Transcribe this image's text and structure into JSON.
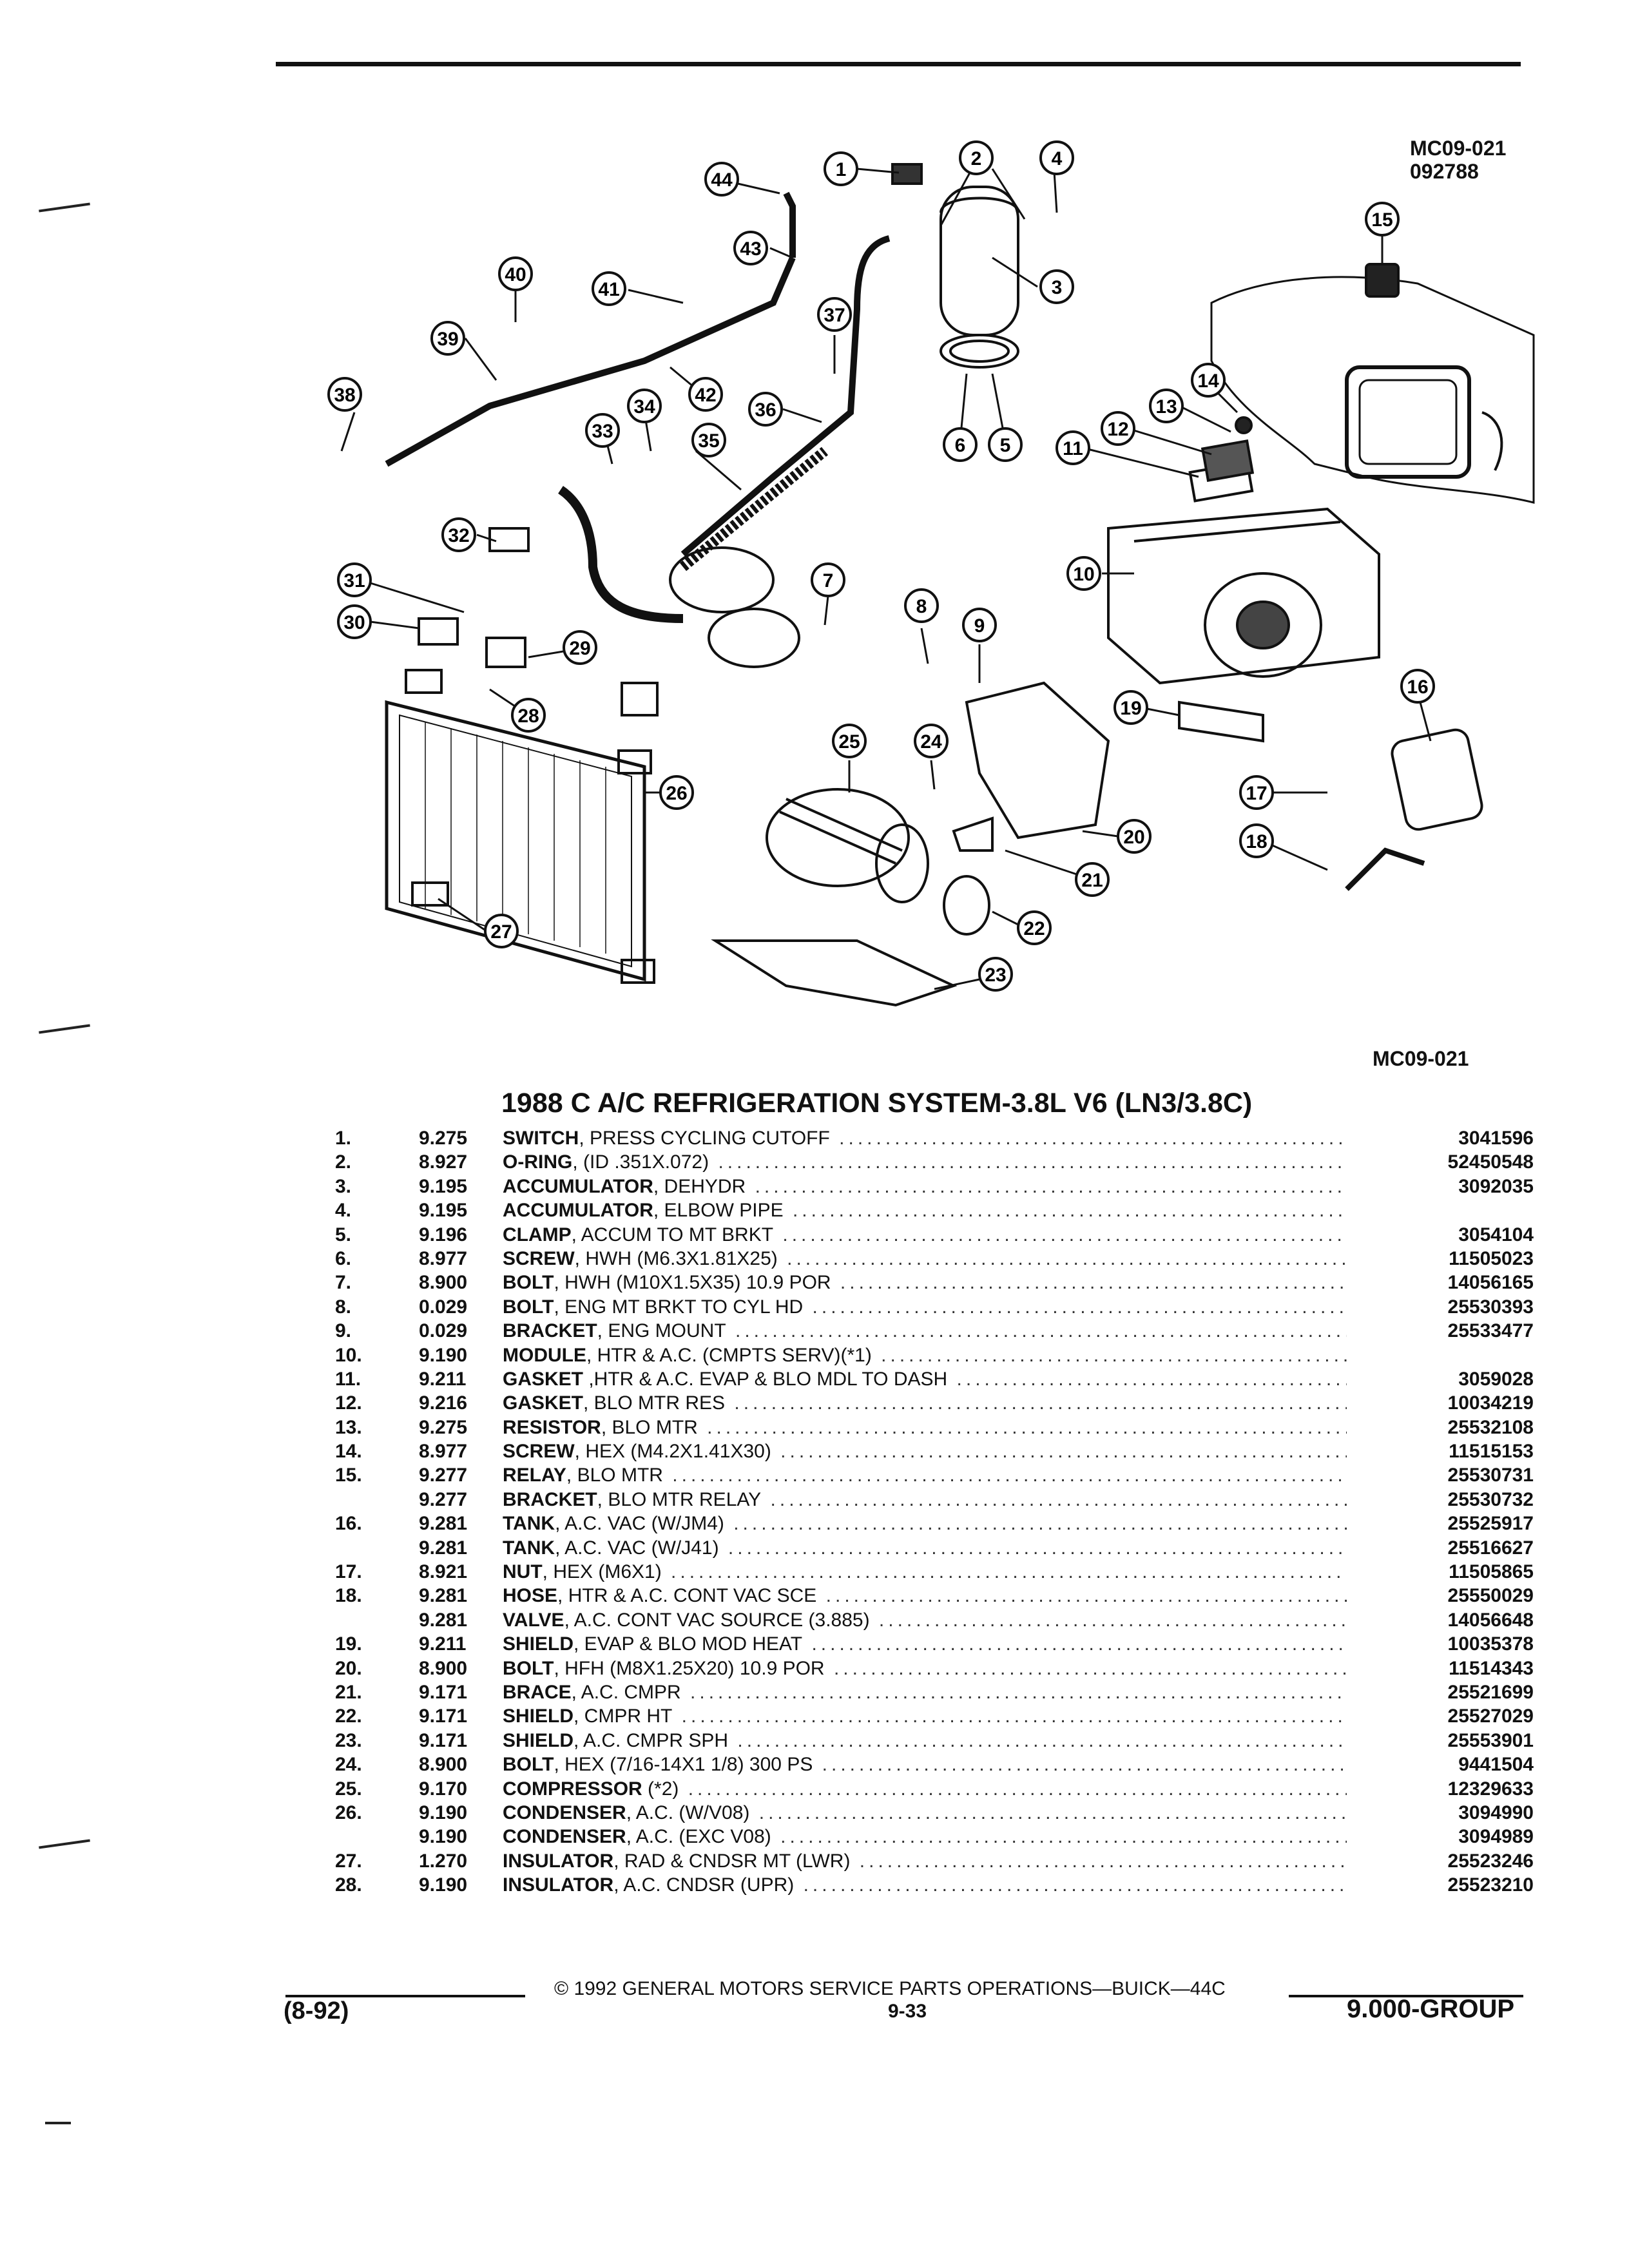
{
  "header": {
    "ref_code": "MC09-021",
    "ref_date": "092788",
    "ref_code_lower": "MC09-021"
  },
  "diagram": {
    "callouts": [
      "1",
      "2",
      "3",
      "4",
      "5",
      "6",
      "7",
      "8",
      "9",
      "10",
      "11",
      "12",
      "13",
      "14",
      "15",
      "16",
      "17",
      "18",
      "19",
      "20",
      "21",
      "22",
      "23",
      "24",
      "25",
      "26",
      "27",
      "28",
      "29",
      "30",
      "31",
      "32",
      "33",
      "34",
      "35",
      "36",
      "37",
      "38",
      "39",
      "40",
      "41",
      "42",
      "43",
      "44"
    ]
  },
  "title": "1988 C A/C REFRIGERATION SYSTEM-3.8L V6 (LN3/3.8C)",
  "parts": [
    {
      "num": "1.",
      "grp": "9.275",
      "name": "SWITCH",
      "desc": ", PRESS CYCLING CUTOFF",
      "pn": "3041596"
    },
    {
      "num": "2.",
      "grp": "8.927",
      "name": "O-RING",
      "desc": ", (ID .351X.072)",
      "pn": "52450548"
    },
    {
      "num": "3.",
      "grp": "9.195",
      "name": "ACCUMULATOR",
      "desc": ", DEHYDR",
      "pn": "3092035"
    },
    {
      "num": "4.",
      "grp": "9.195",
      "name": "ACCUMULATOR",
      "desc": ", ELBOW PIPE",
      "pn": ""
    },
    {
      "num": "5.",
      "grp": "9.196",
      "name": "CLAMP",
      "desc": ", ACCUM TO MT BRKT",
      "pn": "3054104"
    },
    {
      "num": "6.",
      "grp": "8.977",
      "name": "SCREW",
      "desc": ", HWH (M6.3X1.81X25)",
      "pn": "11505023"
    },
    {
      "num": "7.",
      "grp": "8.900",
      "name": "BOLT",
      "desc": ", HWH (M10X1.5X35) 10.9 POR",
      "pn": "14056165"
    },
    {
      "num": "8.",
      "grp": "0.029",
      "name": "BOLT",
      "desc": ", ENG MT BRKT TO CYL HD",
      "pn": "25530393"
    },
    {
      "num": "9.",
      "grp": "0.029",
      "name": "BRACKET",
      "desc": ", ENG MOUNT",
      "pn": "25533477"
    },
    {
      "num": "10.",
      "grp": "9.190",
      "name": "MODULE",
      "desc": ", HTR & A.C. (CMPTS SERV)(*1)",
      "pn": ""
    },
    {
      "num": "11.",
      "grp": "9.211",
      "name": "GASKET",
      "desc": " ,HTR & A.C. EVAP & BLO MDL TO DASH",
      "pn": "3059028"
    },
    {
      "num": "12.",
      "grp": "9.216",
      "name": "GASKET",
      "desc": ", BLO MTR RES",
      "pn": "10034219"
    },
    {
      "num": "13.",
      "grp": "9.275",
      "name": "RESISTOR",
      "desc": ", BLO MTR",
      "pn": "25532108"
    },
    {
      "num": "14.",
      "grp": "8.977",
      "name": "SCREW",
      "desc": ", HEX (M4.2X1.41X30)",
      "pn": "11515153"
    },
    {
      "num": "15.",
      "grp": "9.277",
      "name": "RELAY",
      "desc": ", BLO MTR",
      "pn": "25530731"
    },
    {
      "num": "",
      "grp": "9.277",
      "name": "BRACKET",
      "desc": ", BLO MTR RELAY",
      "pn": "25530732"
    },
    {
      "num": "16.",
      "grp": "9.281",
      "name": "TANK",
      "desc": ", A.C. VAC (W/JM4)",
      "pn": "25525917"
    },
    {
      "num": "",
      "grp": "9.281",
      "name": "TANK",
      "desc": ", A.C. VAC (W/J41)",
      "pn": "25516627"
    },
    {
      "num": "17.",
      "grp": "8.921",
      "name": "NUT",
      "desc": ", HEX (M6X1)",
      "pn": "11505865"
    },
    {
      "num": "18.",
      "grp": "9.281",
      "name": "HOSE",
      "desc": ", HTR & A.C. CONT VAC SCE",
      "pn": "25550029"
    },
    {
      "num": "",
      "grp": "9.281",
      "name": "VALVE",
      "desc": ", A.C. CONT VAC SOURCE (3.885)",
      "pn": "14056648"
    },
    {
      "num": "19.",
      "grp": "9.211",
      "name": "SHIELD",
      "desc": ", EVAP & BLO MOD HEAT",
      "pn": "10035378"
    },
    {
      "num": "20.",
      "grp": "8.900",
      "name": "BOLT",
      "desc": ", HFH (M8X1.25X20) 10.9 POR",
      "pn": "11514343"
    },
    {
      "num": "21.",
      "grp": "9.171",
      "name": "BRACE",
      "desc": ", A.C. CMPR",
      "pn": "25521699"
    },
    {
      "num": "22.",
      "grp": "9.171",
      "name": "SHIELD",
      "desc": ", CMPR HT",
      "pn": "25527029"
    },
    {
      "num": "23.",
      "grp": "9.171",
      "name": "SHIELD",
      "desc": ", A.C. CMPR SPH",
      "pn": "25553901"
    },
    {
      "num": "24.",
      "grp": "8.900",
      "name": "BOLT",
      "desc": ", HEX (7/16-14X1 1/8) 300 PS",
      "pn": "9441504"
    },
    {
      "num": "25.",
      "grp": "9.170",
      "name": "COMPRESSOR",
      "desc": " (*2)",
      "pn": "12329633"
    },
    {
      "num": "26.",
      "grp": "9.190",
      "name": "CONDENSER",
      "desc": ", A.C. (W/V08)",
      "pn": "3094990"
    },
    {
      "num": "",
      "grp": "9.190",
      "name": "CONDENSER",
      "desc": ", A.C. (EXC V08)",
      "pn": "3094989"
    },
    {
      "num": "27.",
      "grp": "1.270",
      "name": "INSULATOR",
      "desc": ", RAD & CNDSR MT (LWR)",
      "pn": "25523246"
    },
    {
      "num": "28.",
      "grp": "9.190",
      "name": "INSULATOR",
      "desc": ", A.C. CNDSR (UPR)",
      "pn": "25523210"
    }
  ],
  "footer": {
    "copyright": "© 1992 GENERAL MOTORS SERVICE PARTS OPERATIONS—BUICK—44C",
    "page": "9-33",
    "date_code": "(8-92)",
    "group": "9.000-GROUP"
  }
}
